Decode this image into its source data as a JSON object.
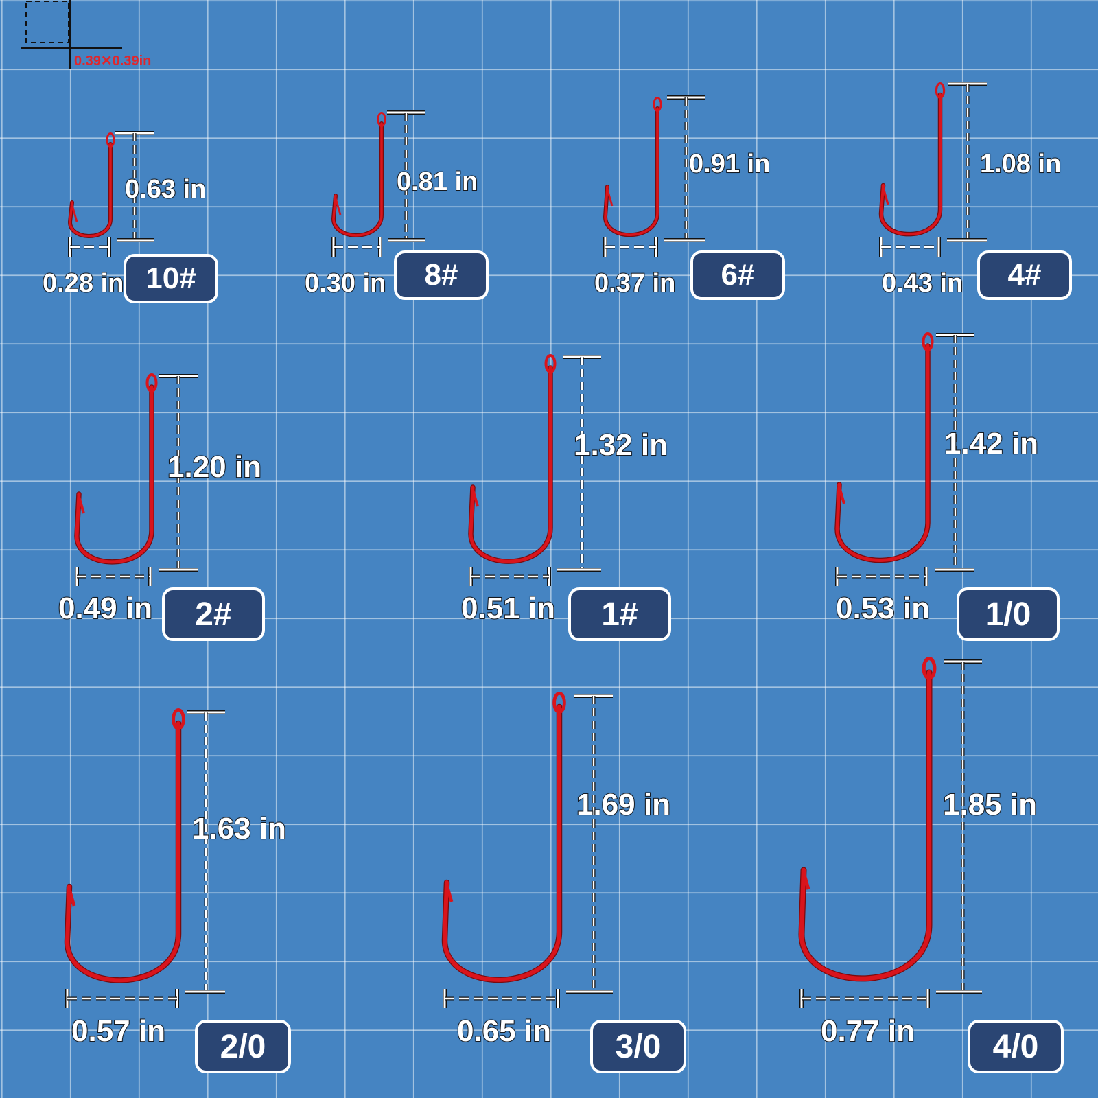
{
  "scale_reference": {
    "label": "0.39✕0.39in"
  },
  "colors": {
    "background": "#4584c2",
    "grid_line": "#ffffff",
    "hook": "#d9141c",
    "badge_fill": "#2a4573",
    "scale_label": "#e0262c"
  },
  "hooks": [
    {
      "size": "10#",
      "length": "0.63 in",
      "gap": "0.28 in"
    },
    {
      "size": "8#",
      "length": "0.81 in",
      "gap": "0.30 in"
    },
    {
      "size": "6#",
      "length": "0.91 in",
      "gap": "0.37 in"
    },
    {
      "size": "4#",
      "length": "1.08 in",
      "gap": "0.43 in"
    },
    {
      "size": "2#",
      "length": "1.20 in",
      "gap": "0.49 in"
    },
    {
      "size": "1#",
      "length": "1.32 in",
      "gap": "0.51 in"
    },
    {
      "size": "1/0",
      "length": "1.42 in",
      "gap": "0.53 in"
    },
    {
      "size": "2/0",
      "length": "1.63 in",
      "gap": "0.57 in"
    },
    {
      "size": "3/0",
      "length": "1.69 in",
      "gap": "0.65 in"
    },
    {
      "size": "4/0",
      "length": "1.85 in",
      "gap": "0.77 in"
    }
  ]
}
